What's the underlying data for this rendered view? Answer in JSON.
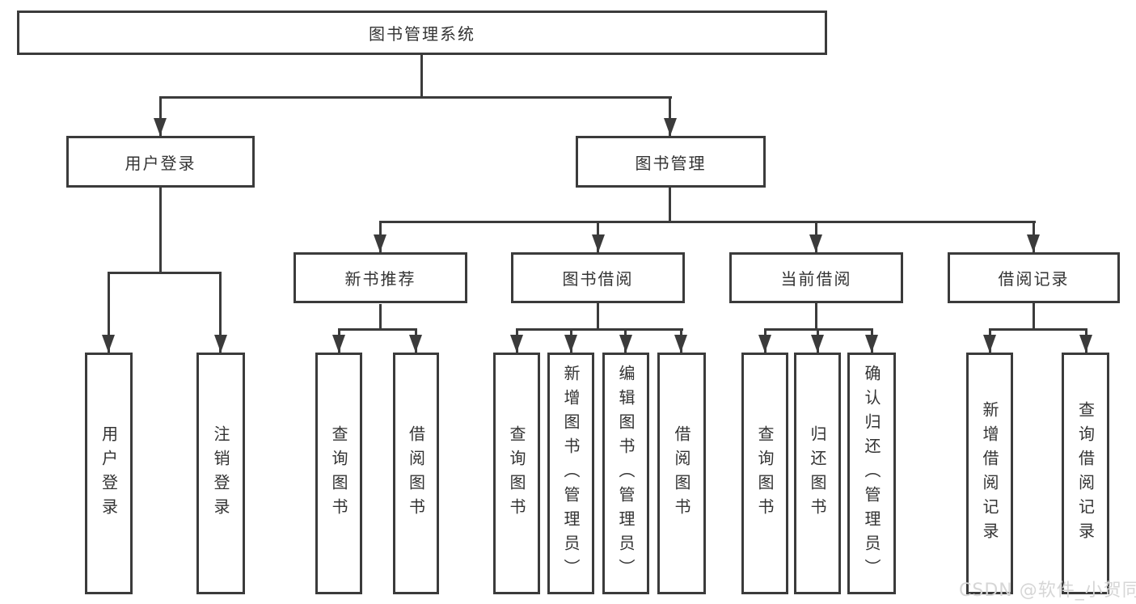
{
  "colors": {
    "line": "#3b3b3b",
    "text": "#333333",
    "background": "#ffffff",
    "watermark": "#d6d6d6"
  },
  "watermark": {
    "text": "CSDN @软件_小贺同学"
  },
  "tree": {
    "root": {
      "label": "图书管理系统"
    },
    "branches": [
      {
        "label": "用户登录",
        "children": [
          {
            "label": "用户登录"
          },
          {
            "label": "注销登录"
          }
        ]
      },
      {
        "label": "图书管理",
        "children": [
          {
            "label": "新书推荐",
            "children": [
              {
                "label": "查询图书"
              },
              {
                "label": "借阅图书"
              }
            ]
          },
          {
            "label": "图书借阅",
            "children": [
              {
                "label": "查询图书"
              },
              {
                "label": "新增图书（管理员）"
              },
              {
                "label": "编辑图书（管理员）"
              },
              {
                "label": "借阅图书"
              }
            ]
          },
          {
            "label": "当前借阅",
            "children": [
              {
                "label": "查询图书"
              },
              {
                "label": "归还图书"
              },
              {
                "label": "确认归还（管理员）"
              }
            ]
          },
          {
            "label": "借阅记录",
            "children": [
              {
                "label": "新增借阅记录"
              },
              {
                "label": "查询借阅记录"
              }
            ]
          }
        ]
      }
    ]
  }
}
